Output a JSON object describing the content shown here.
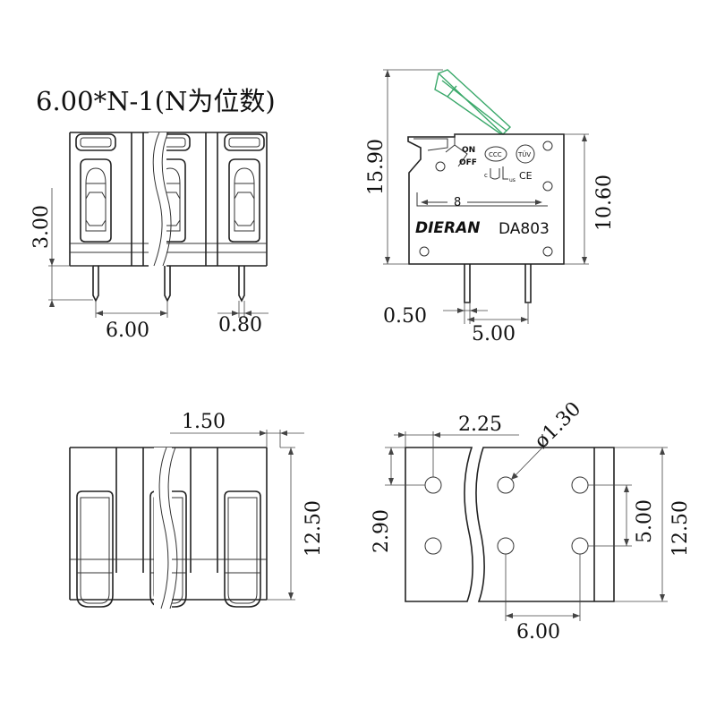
{
  "title": "6.00*N-1(N为位数)",
  "front_view": {
    "dim_height": "3.00",
    "dim_pitch": "6.00",
    "dim_pin_width": "0.80"
  },
  "side_view": {
    "dim_total_height": "15.90",
    "dim_body_height": "10.60",
    "dim_pin_width": "0.50",
    "dim_pin_spacing": "5.00",
    "marking_on": "ON",
    "marking_off": "OFF",
    "marking_ccc": "CCC",
    "marking_tuv": "TÜV",
    "marking_ce": "CE",
    "marking_ul": "c",
    "marking_us": "us",
    "marking_wire_size": "8",
    "brand": "DIERAN",
    "model": "DA803",
    "colors": {
      "lever": "#3aa86a"
    }
  },
  "top_view": {
    "dim_gap": "1.50",
    "dim_depth": "12.50"
  },
  "bottom_view": {
    "dim_edge": "2.25",
    "dim_hole": "ø1.30",
    "dim_hole_offset": "2.90",
    "dim_row_spacing": "5.00",
    "dim_depth": "12.50",
    "dim_pitch": "6.00"
  }
}
